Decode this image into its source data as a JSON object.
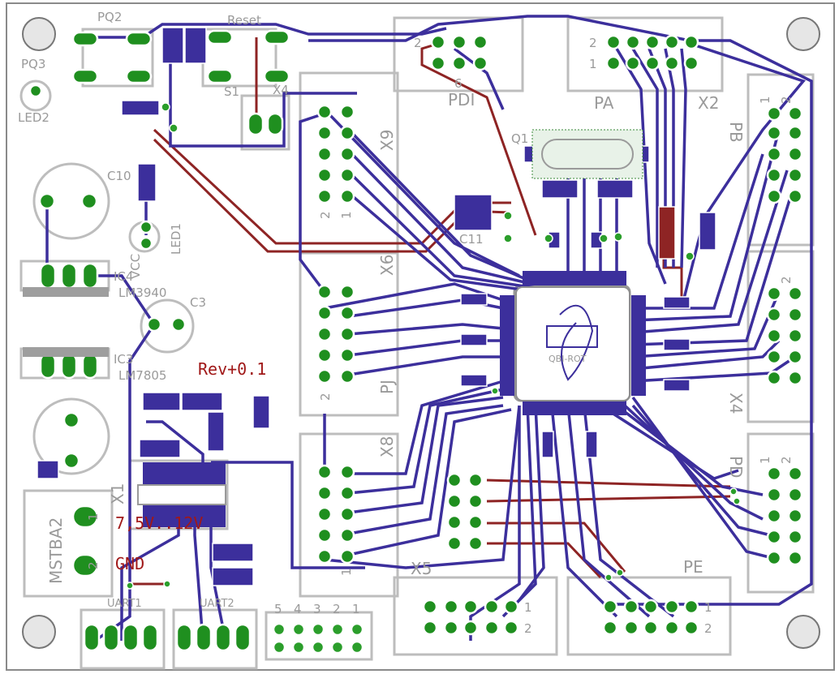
{
  "labels": {
    "rev": "Rev+0.1",
    "voltage": "7,5V..12V",
    "gnd": "GND",
    "ic4_ref": "IC4",
    "ic4_part": "LM3940",
    "ic3_ref": "IC3",
    "ic3_part": "LM7805",
    "pq2": "PQ2",
    "pq3": "PQ3",
    "reset": "Reset",
    "led2": "LED2",
    "led1": "LED1",
    "vcc": "VCC",
    "s1": "S1",
    "x4_top": "X4",
    "c10": "C10",
    "c3": "C3",
    "pdi": "PDI",
    "pa": "PA",
    "x2": "X2",
    "pb": "PB",
    "x9": "X9",
    "x6": "X6",
    "pj": "PJ",
    "x8": "X8",
    "x4_right": "X4",
    "pd": "PD",
    "pe": "PE",
    "uart1": "UART1",
    "uart2": "UART2",
    "mstba2": "MSTBA2",
    "x1": "X1",
    "x5": "X5",
    "q1": "Q1",
    "c11": "C11",
    "logo_text": "QBI-ROT"
  },
  "pin_numbers": {
    "one": "1",
    "two": "2",
    "three": "3",
    "four": "4",
    "five": "5",
    "six": "6"
  },
  "colors": {
    "bottom_copper": "#3c2f9c",
    "top_copper": "#8e2424",
    "silkscreen": "#9a9a9a",
    "pad": "#1f8f1f",
    "via": "#2b9e2b",
    "board": "#ffffff"
  }
}
